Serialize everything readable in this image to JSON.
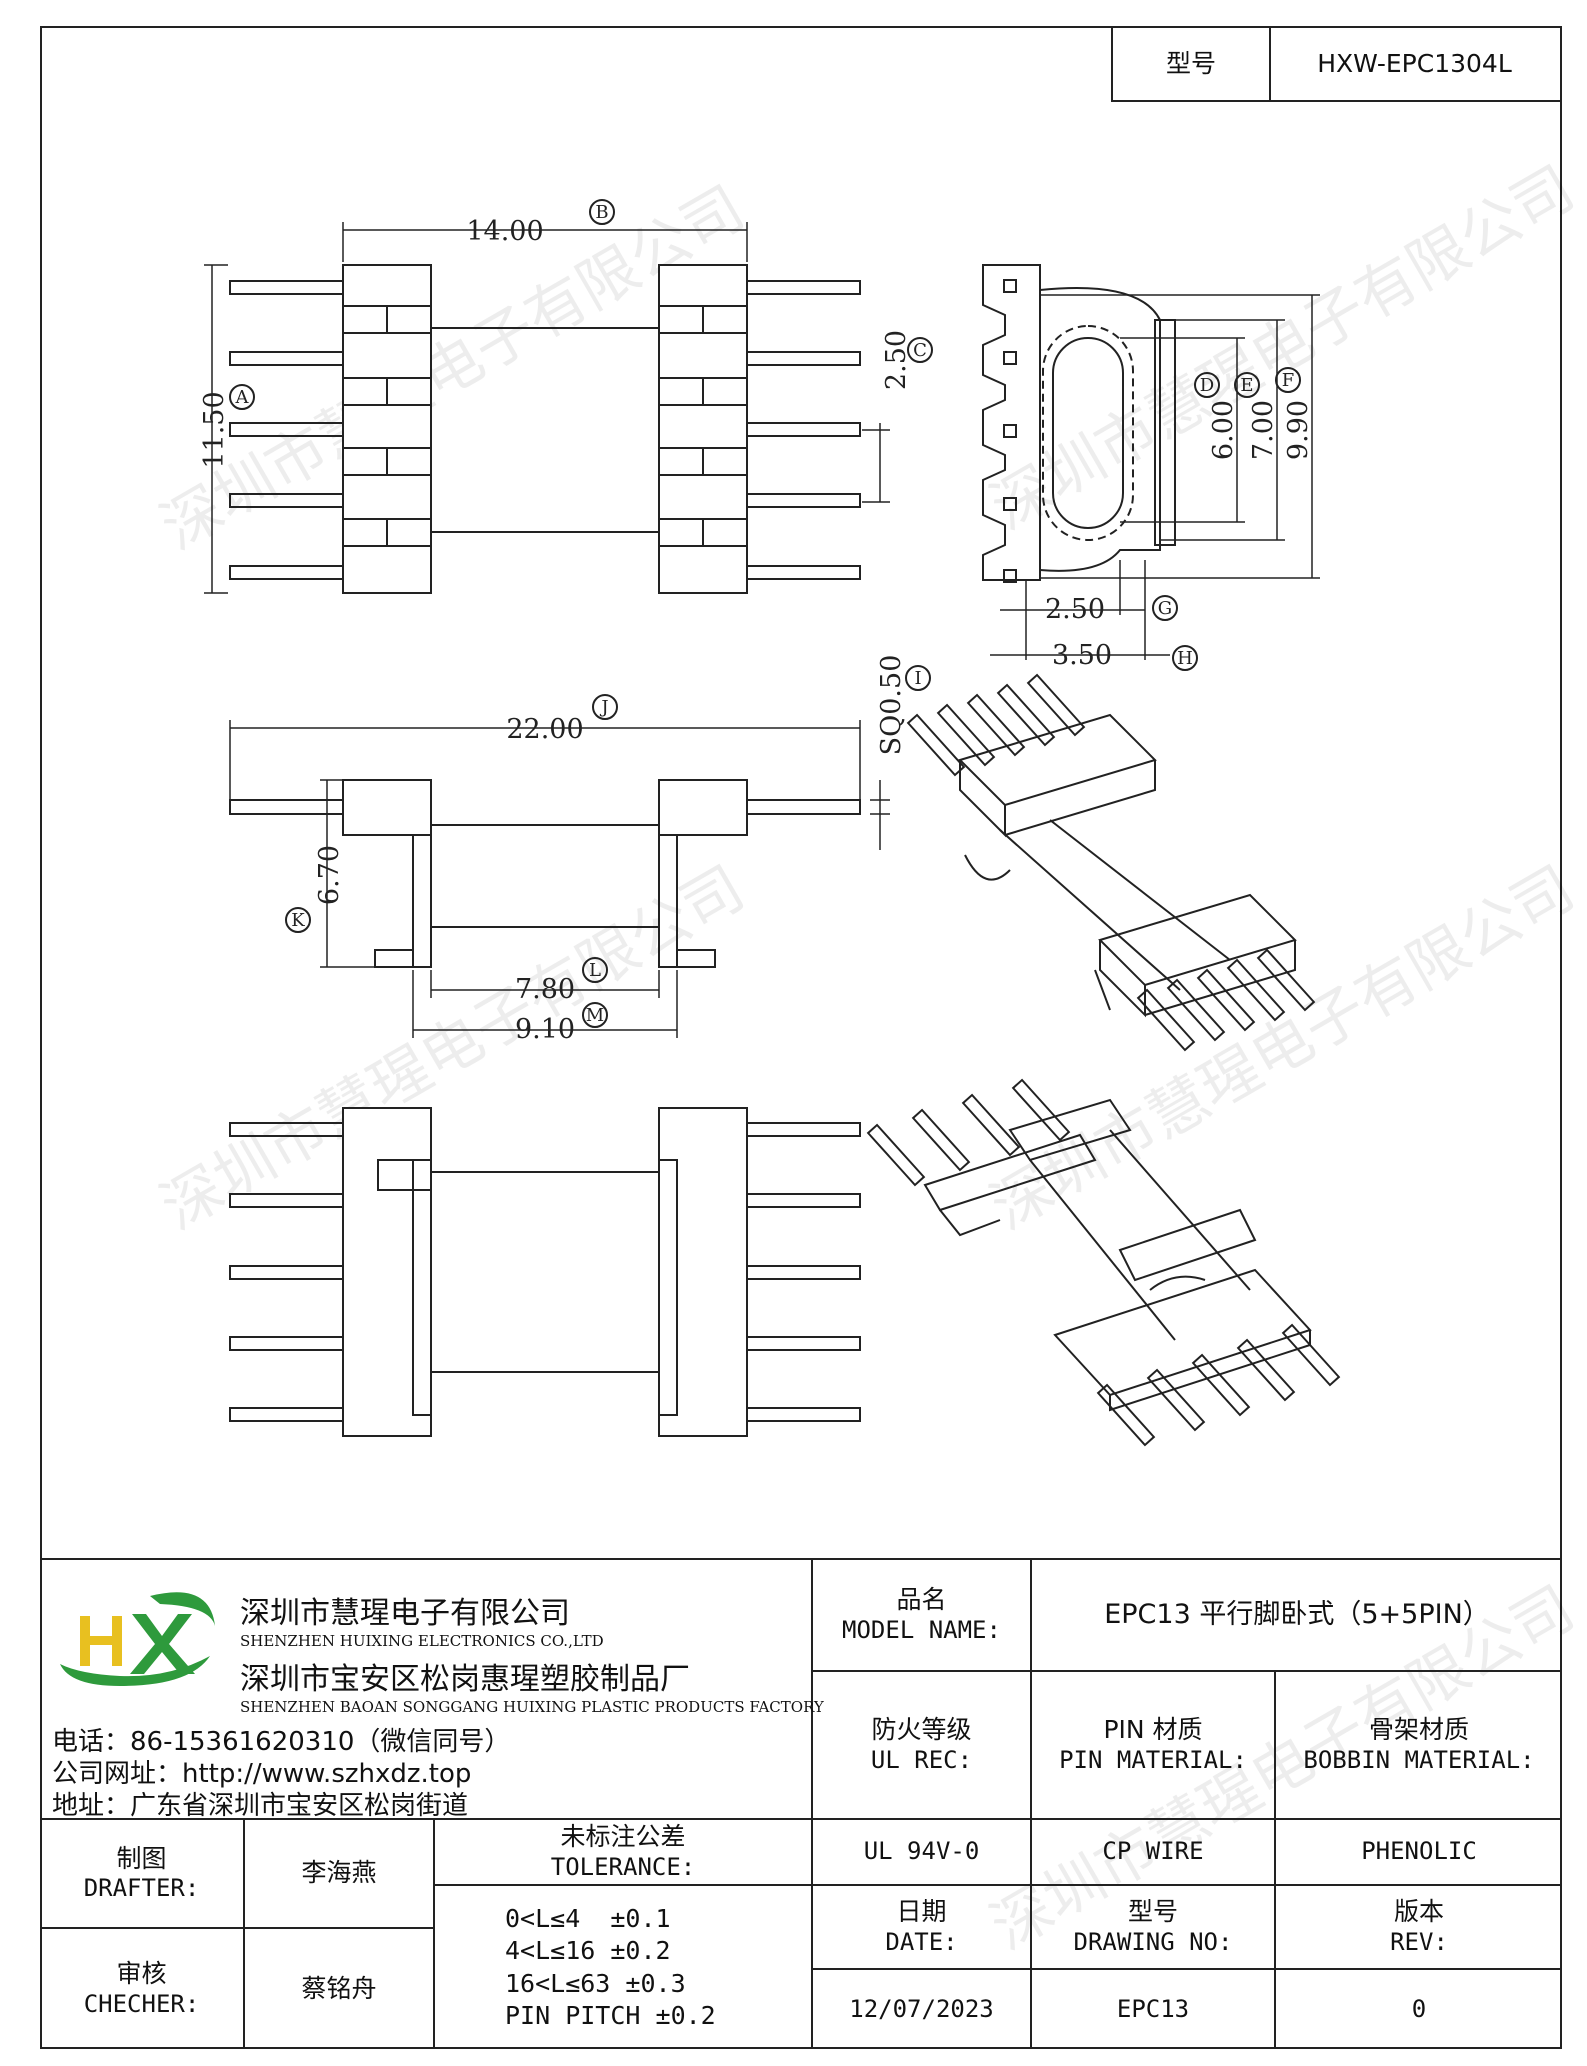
{
  "header": {
    "model_label": "型号",
    "model_value": "HXW-EPC1304L"
  },
  "drawing": {
    "dims": {
      "A": "11.50",
      "B": "14.00",
      "C": "2.50",
      "D": "6.00",
      "E": "7.00",
      "F": "9.90",
      "G": "2.50",
      "H": "3.50",
      "I": "SQ0.50",
      "J": "22.00",
      "K": "6.70",
      "L": "7.80",
      "M": "9.10"
    },
    "markers": [
      "A",
      "B",
      "C",
      "D",
      "E",
      "F",
      "G",
      "H",
      "I",
      "J",
      "K",
      "L",
      "M"
    ]
  },
  "watermark": "深圳市慧瑆电子有限公司",
  "company": {
    "logo": "HX",
    "name_cn": "深圳市慧瑆电子有限公司",
    "name_en": "SHENZHEN HUIXING ELECTRONICS CO.,LTD",
    "factory_cn": "深圳市宝安区松岗惠瑆塑胶制品厂",
    "factory_en": "SHENZHEN BAOAN SONGGANG HUIXING PLASTIC PRODUCTS FACTORY",
    "phone": "电话：86-15361620310（微信同号）",
    "website": "公司网址：http://www.szhxdz.top",
    "address": "地址：广东省深圳市宝安区松岗街道"
  },
  "title_block": {
    "model_name_cn": "品名",
    "model_name_en": "MODEL NAME:",
    "model_name_value": "EPC13 平行脚卧式（5+5PIN）",
    "ul_cn": "防火等级",
    "ul_en": "UL REC:",
    "pin_cn": "PIN 材质",
    "pin_en": "PIN MATERIAL:",
    "bobbin_cn": "骨架材质",
    "bobbin_en": "BOBBIN MATERIAL:",
    "ul_value": "UL 94V-0",
    "pin_value": "CP WIRE",
    "bobbin_value": "PHENOLIC",
    "drafter_cn": "制图",
    "drafter_en": "DRAFTER:",
    "drafter_value": "李海燕",
    "checker_cn": "审核",
    "checker_en": "CHECHER:",
    "checker_value": "蔡铭舟",
    "tolerance_cn": "未标注公差",
    "tolerance_en": "TOLERANCE:",
    "tolerances": [
      "0<L≤4  ±0.1",
      "4<L≤16 ±0.2",
      "16<L≤63 ±0.3",
      "PIN PITCH ±0.2"
    ],
    "date_cn": "日期",
    "date_en": "DATE:",
    "date_value": "12/07/2023",
    "drawing_cn": "型号",
    "drawing_en": "DRAWING NO:",
    "drawing_value": "EPC13",
    "rev_cn": "版本",
    "rev_en": "REV:",
    "rev_value": "0"
  },
  "colors": {
    "logo_green": "#2e9a3c",
    "logo_yellow": "#e8c020",
    "line": "#222222"
  }
}
